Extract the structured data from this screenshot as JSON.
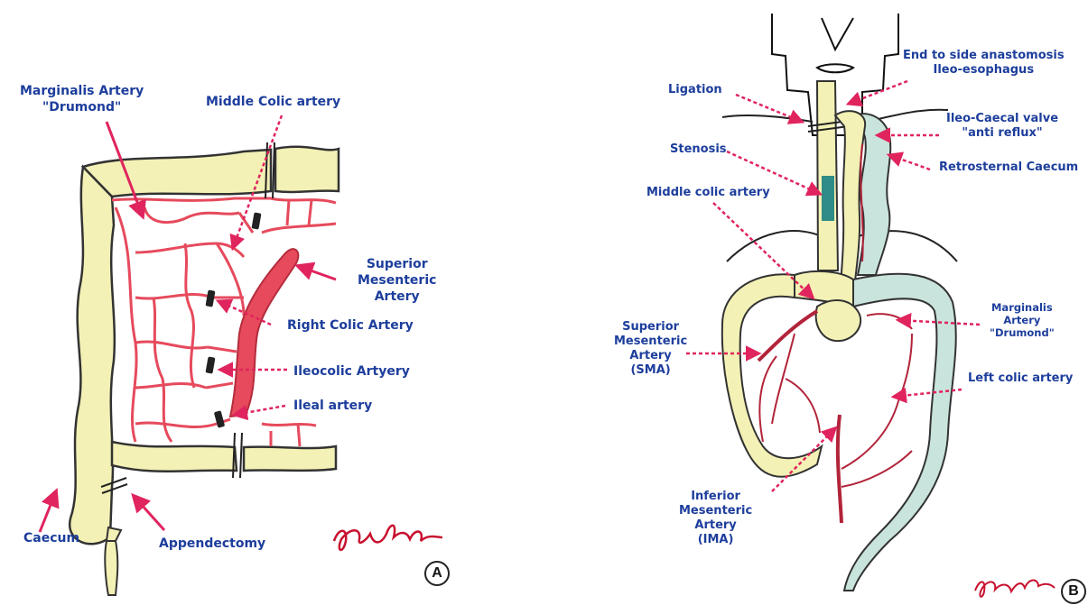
{
  "panel_a": {
    "letter": "A",
    "labels": {
      "marginalis": [
        "Marginalis Artery",
        "\"Drumond\""
      ],
      "middle_colic": "Middle Colic artery",
      "superior_mesenteric": [
        "Superior",
        "Mesenteric",
        "Artery"
      ],
      "right_colic": "Right Colic Artery",
      "ileocolic": "Ileocolic Artyery",
      "ileal": "Ileal artery",
      "caecum": "Caecum",
      "appendectomy": "Appendectomy"
    }
  },
  "panel_b": {
    "letter": "B",
    "labels": {
      "end_to_side": [
        "End to side anastomosis",
        "Ileo-esophagus"
      ],
      "ligation": "Ligation",
      "ileo_caecal": [
        "Ileo-Caecal valve",
        "\"anti reflux\""
      ],
      "stenosis": "Stenosis",
      "retrosternal": "Retrosternal Caecum",
      "middle_colic": "Middle colic artery",
      "marginalis": [
        "Marginalis",
        "Artery",
        "\"Drumond\""
      ],
      "sma": [
        "Superior",
        "Mesenteric",
        "Artery",
        "(SMA)"
      ],
      "left_colic": "Left colic artery",
      "ima": [
        "Inferior",
        "Mesenteric",
        "Artery",
        "(IMA)"
      ]
    }
  },
  "colors": {
    "label_text": "#1d3e9c",
    "pointer_arrow": "#e0245e",
    "artery": "#e64a5c",
    "colon_fill": "#f3f1b5",
    "caecum_teal": "#c9e4dc",
    "signature": "#c8102e"
  }
}
